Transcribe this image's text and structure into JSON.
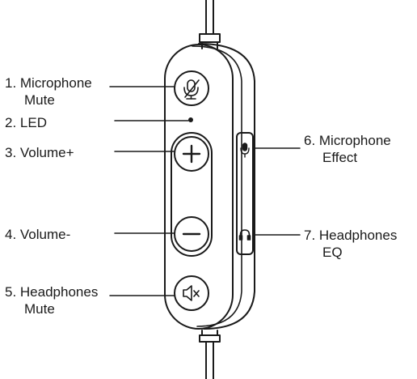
{
  "callouts": [
    {
      "id": "mic-mute",
      "lines": [
        "1. Microphone",
        "Mute"
      ]
    },
    {
      "id": "led",
      "lines": [
        "2. LED"
      ]
    },
    {
      "id": "vol-up",
      "lines": [
        "3. Volume+"
      ]
    },
    {
      "id": "vol-down",
      "lines": [
        "4. Volume-"
      ]
    },
    {
      "id": "hp-mute",
      "lines": [
        "5. Headphones",
        "Mute"
      ]
    },
    {
      "id": "mic-effect",
      "lines": [
        "6. Microphone",
        "Effect"
      ]
    },
    {
      "id": "hp-eq",
      "lines": [
        "7. Headphones",
        "EQ"
      ]
    }
  ],
  "icons": {
    "mic_mute": "microphone-muted-icon",
    "volume_up": "plus-icon",
    "volume_down": "minus-icon",
    "hp_mute": "speaker-muted-icon",
    "mic_effect": "microphone-icon",
    "hp_eq": "headphones-icon",
    "led": "led-indicator"
  },
  "colors": {
    "stroke": "#1a1a1a",
    "background": "#ffffff"
  }
}
